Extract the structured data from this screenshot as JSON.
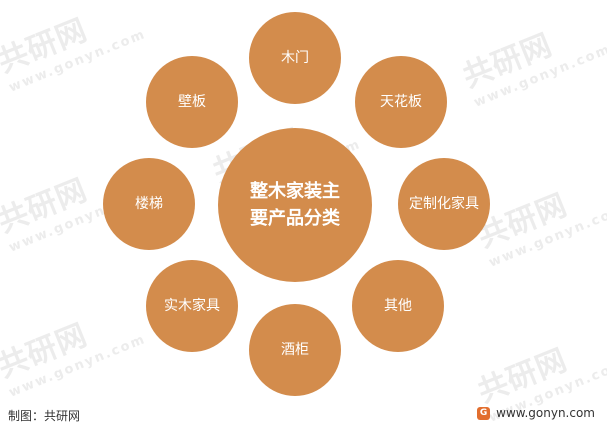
{
  "center": {
    "label": "整木家装主要产品分类"
  },
  "categories": [
    {
      "label": "木门"
    },
    {
      "label": "天花板"
    },
    {
      "label": "定制化家具"
    },
    {
      "label": "其他"
    },
    {
      "label": "酒柜"
    },
    {
      "label": "实木家具"
    },
    {
      "label": "楼梯"
    },
    {
      "label": "壁板"
    }
  ],
  "footer": {
    "source": "制图：共研网",
    "url": "www.gonyn.com",
    "logo_letter": "G"
  },
  "watermark": {
    "brand": "共研网",
    "url": "www.gonyn.com"
  },
  "colors": {
    "circle": "#d38c4c",
    "arrow": "#eac4b0",
    "text": "#ffffff"
  }
}
